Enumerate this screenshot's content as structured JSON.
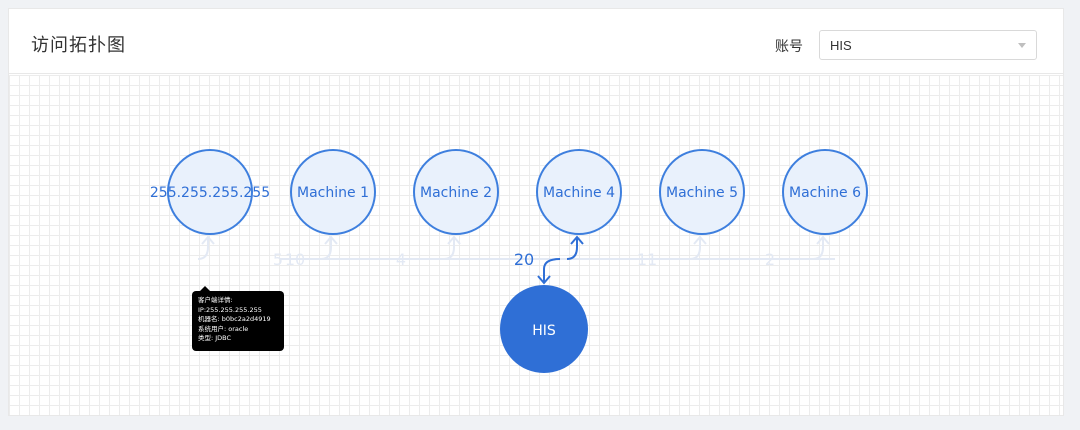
{
  "header": {
    "title": "访问拓扑图",
    "account_label": "账号",
    "account_select": {
      "value": "HIS"
    }
  },
  "colors": {
    "accent": "#2f6fd6",
    "node_fill": "#e9f1fc",
    "node_stroke": "#3e7fde",
    "edge_muted": "#e3e9f4",
    "tooltip_bg": "#000000"
  },
  "graph": {
    "target": {
      "id": "his",
      "label": "HIS"
    },
    "sources": [
      {
        "id": "ip",
        "label": "255.255.255.255"
      },
      {
        "id": "m1",
        "label": "Machine 1"
      },
      {
        "id": "m2",
        "label": "Machine 2"
      },
      {
        "id": "m4",
        "label": "Machine 4"
      },
      {
        "id": "m5",
        "label": "Machine 5"
      },
      {
        "id": "m6",
        "label": "Machine 6"
      }
    ],
    "edges": [
      {
        "from": "ip",
        "value": "10",
        "highlighted": false
      },
      {
        "from": "m1",
        "value": "5",
        "highlighted": false
      },
      {
        "from": "m2",
        "value": "4",
        "highlighted": false
      },
      {
        "from": "m4",
        "value": "20",
        "highlighted": true
      },
      {
        "from": "m5",
        "value": "11",
        "highlighted": false
      },
      {
        "from": "m6",
        "value": "2",
        "highlighted": false
      }
    ]
  },
  "tooltip": {
    "lines": [
      "客户端详情:",
      "IP:255.255.255.255",
      "机器名: b0bc2a2d4919",
      "系统用户: oracle",
      "类型: JDBC"
    ]
  }
}
